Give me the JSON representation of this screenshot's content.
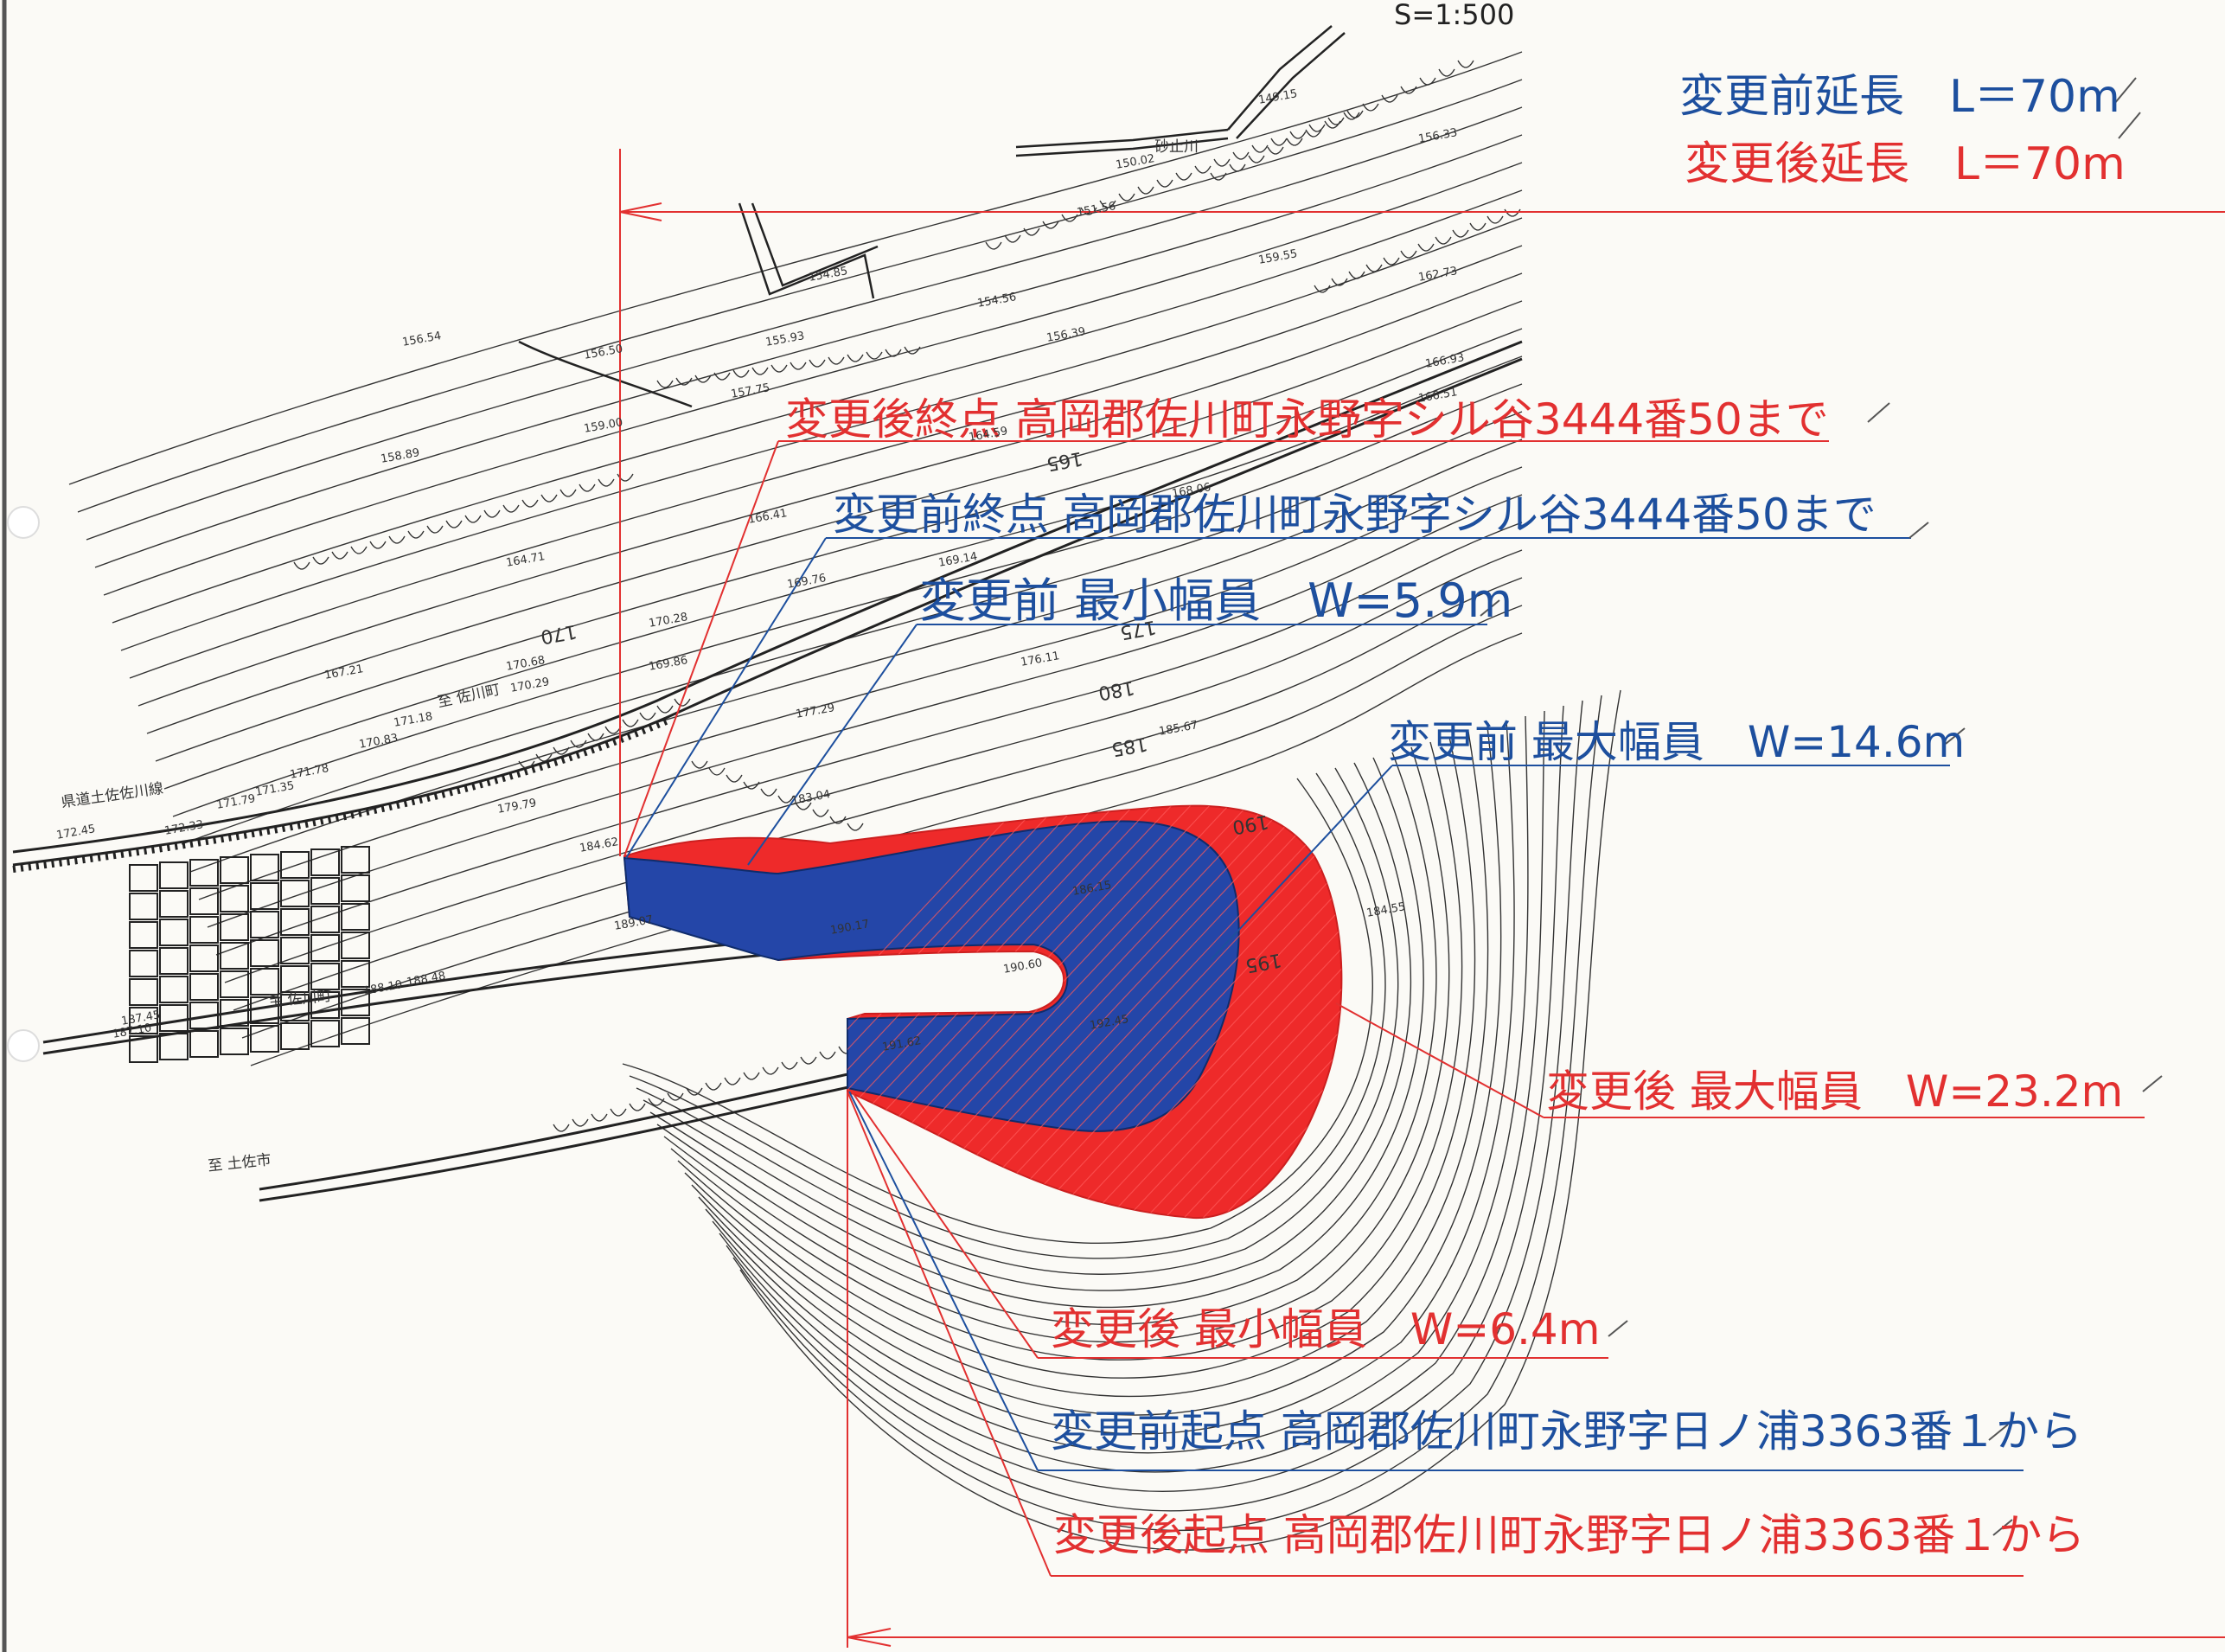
{
  "scale": "S=1:500",
  "length_before": "変更前延長　L＝70m",
  "length_after": "変更後延長　L＝70m",
  "labels": {
    "after_end": "変更後終点 高岡郡佐川町永野字シル谷3444番50まで",
    "before_end": "変更前終点 高岡郡佐川町永野字シル谷3444番50まで",
    "before_min_width": "変更前 最小幅員　W=5.9m",
    "before_max_width": "変更前 最大幅員　W=14.6m",
    "after_max_width": "変更後 最大幅員　W=23.2m",
    "after_min_width": "変更後 最小幅員　W=6.4m",
    "before_start": "変更前起点 高岡郡佐川町永野字日ノ浦3363番１から",
    "after_start": "変更後起点 高岡郡佐川町永野字日ノ浦3363番１から"
  },
  "map_labels": {
    "road_name": "県道土佐佐川線",
    "to_sakawa_upper": "至 佐川町",
    "to_sakawa_lower": "至 佐川町",
    "to_tosa": "至 土佐市",
    "river": "砂止川"
  },
  "elevations": [
    "149.15",
    "150.02",
    "156.33",
    "151.56",
    "154.85",
    "154.56",
    "159.55",
    "162.73",
    "156.54",
    "155.93",
    "156.50",
    "157.75",
    "156.39",
    "166.93",
    "158.89",
    "159.00",
    "164.59",
    "166.51",
    "168.06",
    "166.41",
    "164.71",
    "169.14",
    "169.76",
    "170.28",
    "169.86",
    "167.21",
    "170.68",
    "170.29",
    "171.18",
    "170.83",
    "177.29",
    "176.11",
    "185.67",
    "171.78",
    "171.35",
    "171.79",
    "172.45",
    "172.33",
    "179.79",
    "183.04",
    "184.62",
    "189.07",
    "190.17",
    "186.15",
    "184.55",
    "190.60",
    "191.62",
    "188.10",
    "188.48",
    "187.45",
    "187.10",
    "192.45"
  ],
  "contour_labels": [
    "165",
    "170",
    "175",
    "180",
    "185",
    "190",
    "195"
  ],
  "colors": {
    "before": "#1d4f9e",
    "after": "#e23030",
    "before_fill": "#2446a8",
    "after_fill": "#ee2a2a"
  }
}
